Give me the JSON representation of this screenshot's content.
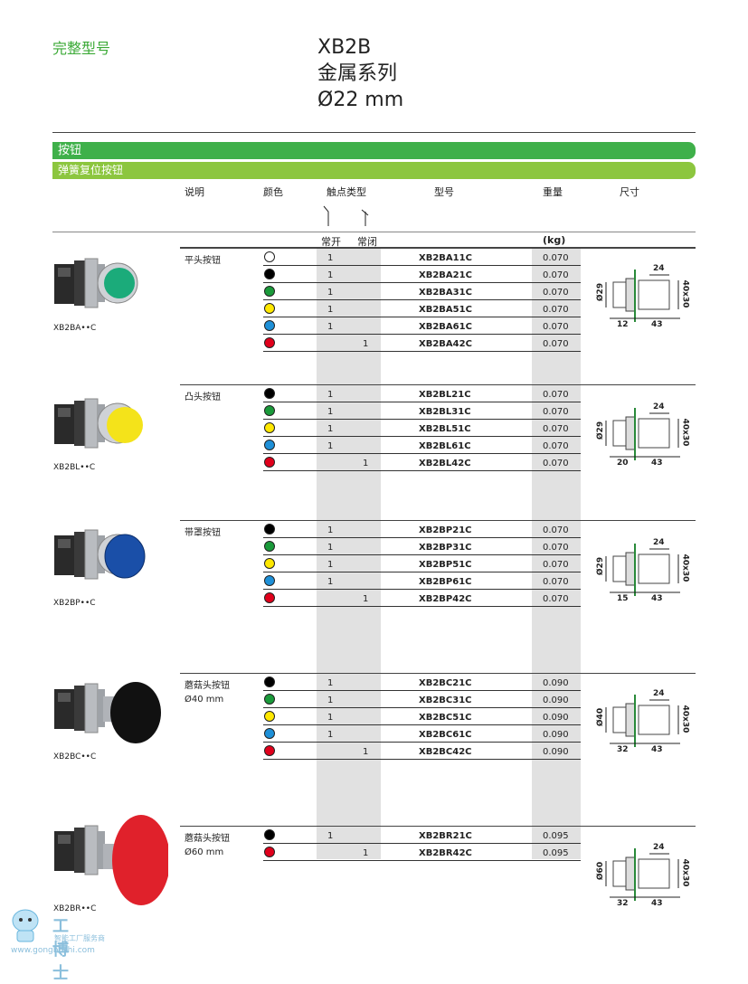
{
  "corner_title": "完整型号",
  "title": {
    "line1": "XB2B",
    "line2": "金属系列",
    "line3": "Ø22 mm"
  },
  "bar_main": "按钮",
  "bar_sub": "弹簧复位按钮",
  "headers": {
    "desc": "说明",
    "color": "颜色",
    "contact": "触点类型",
    "model": "型号",
    "weight": "重量",
    "size": "尺寸",
    "no": "常开",
    "nc": "常闭",
    "kg": "(kg)"
  },
  "colors": {
    "white": "#ffffff",
    "black": "#000000",
    "green": "#1a9a3a",
    "yellow": "#ffe800",
    "blue": "#1e90d8",
    "red": "#e0001b",
    "accent": "#3fb04a"
  },
  "groups": [
    {
      "caption": "XB2BA••C",
      "desc": "平头按钮",
      "desc2": "",
      "dims": {
        "head": "Ø29",
        "left": "12",
        "right": "43",
        "top": "24",
        "side": "40x30"
      },
      "rows": [
        {
          "color": "white",
          "no": "1",
          "nc": "",
          "model": "XB2BA11C",
          "weight": "0.070"
        },
        {
          "color": "black",
          "no": "1",
          "nc": "",
          "model": "XB2BA21C",
          "weight": "0.070"
        },
        {
          "color": "green",
          "no": "1",
          "nc": "",
          "model": "XB2BA31C",
          "weight": "0.070"
        },
        {
          "color": "yellow",
          "no": "1",
          "nc": "",
          "model": "XB2BA51C",
          "weight": "0.070"
        },
        {
          "color": "blue",
          "no": "1",
          "nc": "",
          "model": "XB2BA61C",
          "weight": "0.070"
        },
        {
          "color": "red",
          "no": "",
          "nc": "1",
          "model": "XB2BA42C",
          "weight": "0.070"
        }
      ]
    },
    {
      "caption": "XB2BL••C",
      "desc": "凸头按钮",
      "desc2": "",
      "dims": {
        "head": "Ø29",
        "left": "20",
        "right": "43",
        "top": "24",
        "side": "40x30"
      },
      "rows": [
        {
          "color": "black",
          "no": "1",
          "nc": "",
          "model": "XB2BL21C",
          "weight": "0.070"
        },
        {
          "color": "green",
          "no": "1",
          "nc": "",
          "model": "XB2BL31C",
          "weight": "0.070"
        },
        {
          "color": "yellow",
          "no": "1",
          "nc": "",
          "model": "XB2BL51C",
          "weight": "0.070"
        },
        {
          "color": "blue",
          "no": "1",
          "nc": "",
          "model": "XB2BL61C",
          "weight": "0.070"
        },
        {
          "color": "red",
          "no": "",
          "nc": "1",
          "model": "XB2BL42C",
          "weight": "0.070"
        }
      ]
    },
    {
      "caption": "XB2BP••C",
      "desc": "带罩按钮",
      "desc2": "",
      "dims": {
        "head": "Ø29",
        "left": "15",
        "right": "43",
        "top": "24",
        "side": "40x30"
      },
      "rows": [
        {
          "color": "black",
          "no": "1",
          "nc": "",
          "model": "XB2BP21C",
          "weight": "0.070"
        },
        {
          "color": "green",
          "no": "1",
          "nc": "",
          "model": "XB2BP31C",
          "weight": "0.070"
        },
        {
          "color": "yellow",
          "no": "1",
          "nc": "",
          "model": "XB2BP51C",
          "weight": "0.070"
        },
        {
          "color": "blue",
          "no": "1",
          "nc": "",
          "model": "XB2BP61C",
          "weight": "0.070"
        },
        {
          "color": "red",
          "no": "",
          "nc": "1",
          "model": "XB2BP42C",
          "weight": "0.070"
        }
      ]
    },
    {
      "caption": "XB2BC••C",
      "desc": "蘑菇头按钮",
      "desc2": "Ø40 mm",
      "dims": {
        "head": "Ø40",
        "left": "32",
        "right": "43",
        "top": "24",
        "side": "40x30"
      },
      "rows": [
        {
          "color": "black",
          "no": "1",
          "nc": "",
          "model": "XB2BC21C",
          "weight": "0.090"
        },
        {
          "color": "green",
          "no": "1",
          "nc": "",
          "model": "XB2BC31C",
          "weight": "0.090"
        },
        {
          "color": "yellow",
          "no": "1",
          "nc": "",
          "model": "XB2BC51C",
          "weight": "0.090"
        },
        {
          "color": "blue",
          "no": "1",
          "nc": "",
          "model": "XB2BC61C",
          "weight": "0.090"
        },
        {
          "color": "red",
          "no": "",
          "nc": "1",
          "model": "XB2BC42C",
          "weight": "0.090"
        }
      ]
    },
    {
      "caption": "XB2BR••C",
      "desc": "蘑菇头按钮",
      "desc2": "Ø60 mm",
      "dims": {
        "head": "Ø60",
        "left": "32",
        "right": "43",
        "top": "24",
        "side": "40x30"
      },
      "rows": [
        {
          "color": "black",
          "no": "1",
          "nc": "",
          "model": "XB2BR21C",
          "weight": "0.095"
        },
        {
          "color": "red",
          "no": "",
          "nc": "1",
          "model": "XB2BR42C",
          "weight": "0.095"
        }
      ]
    }
  ],
  "watermark": {
    "brand": "工博士",
    "sub": "智能工厂服务商",
    "url": "www.gongboshi.com"
  }
}
